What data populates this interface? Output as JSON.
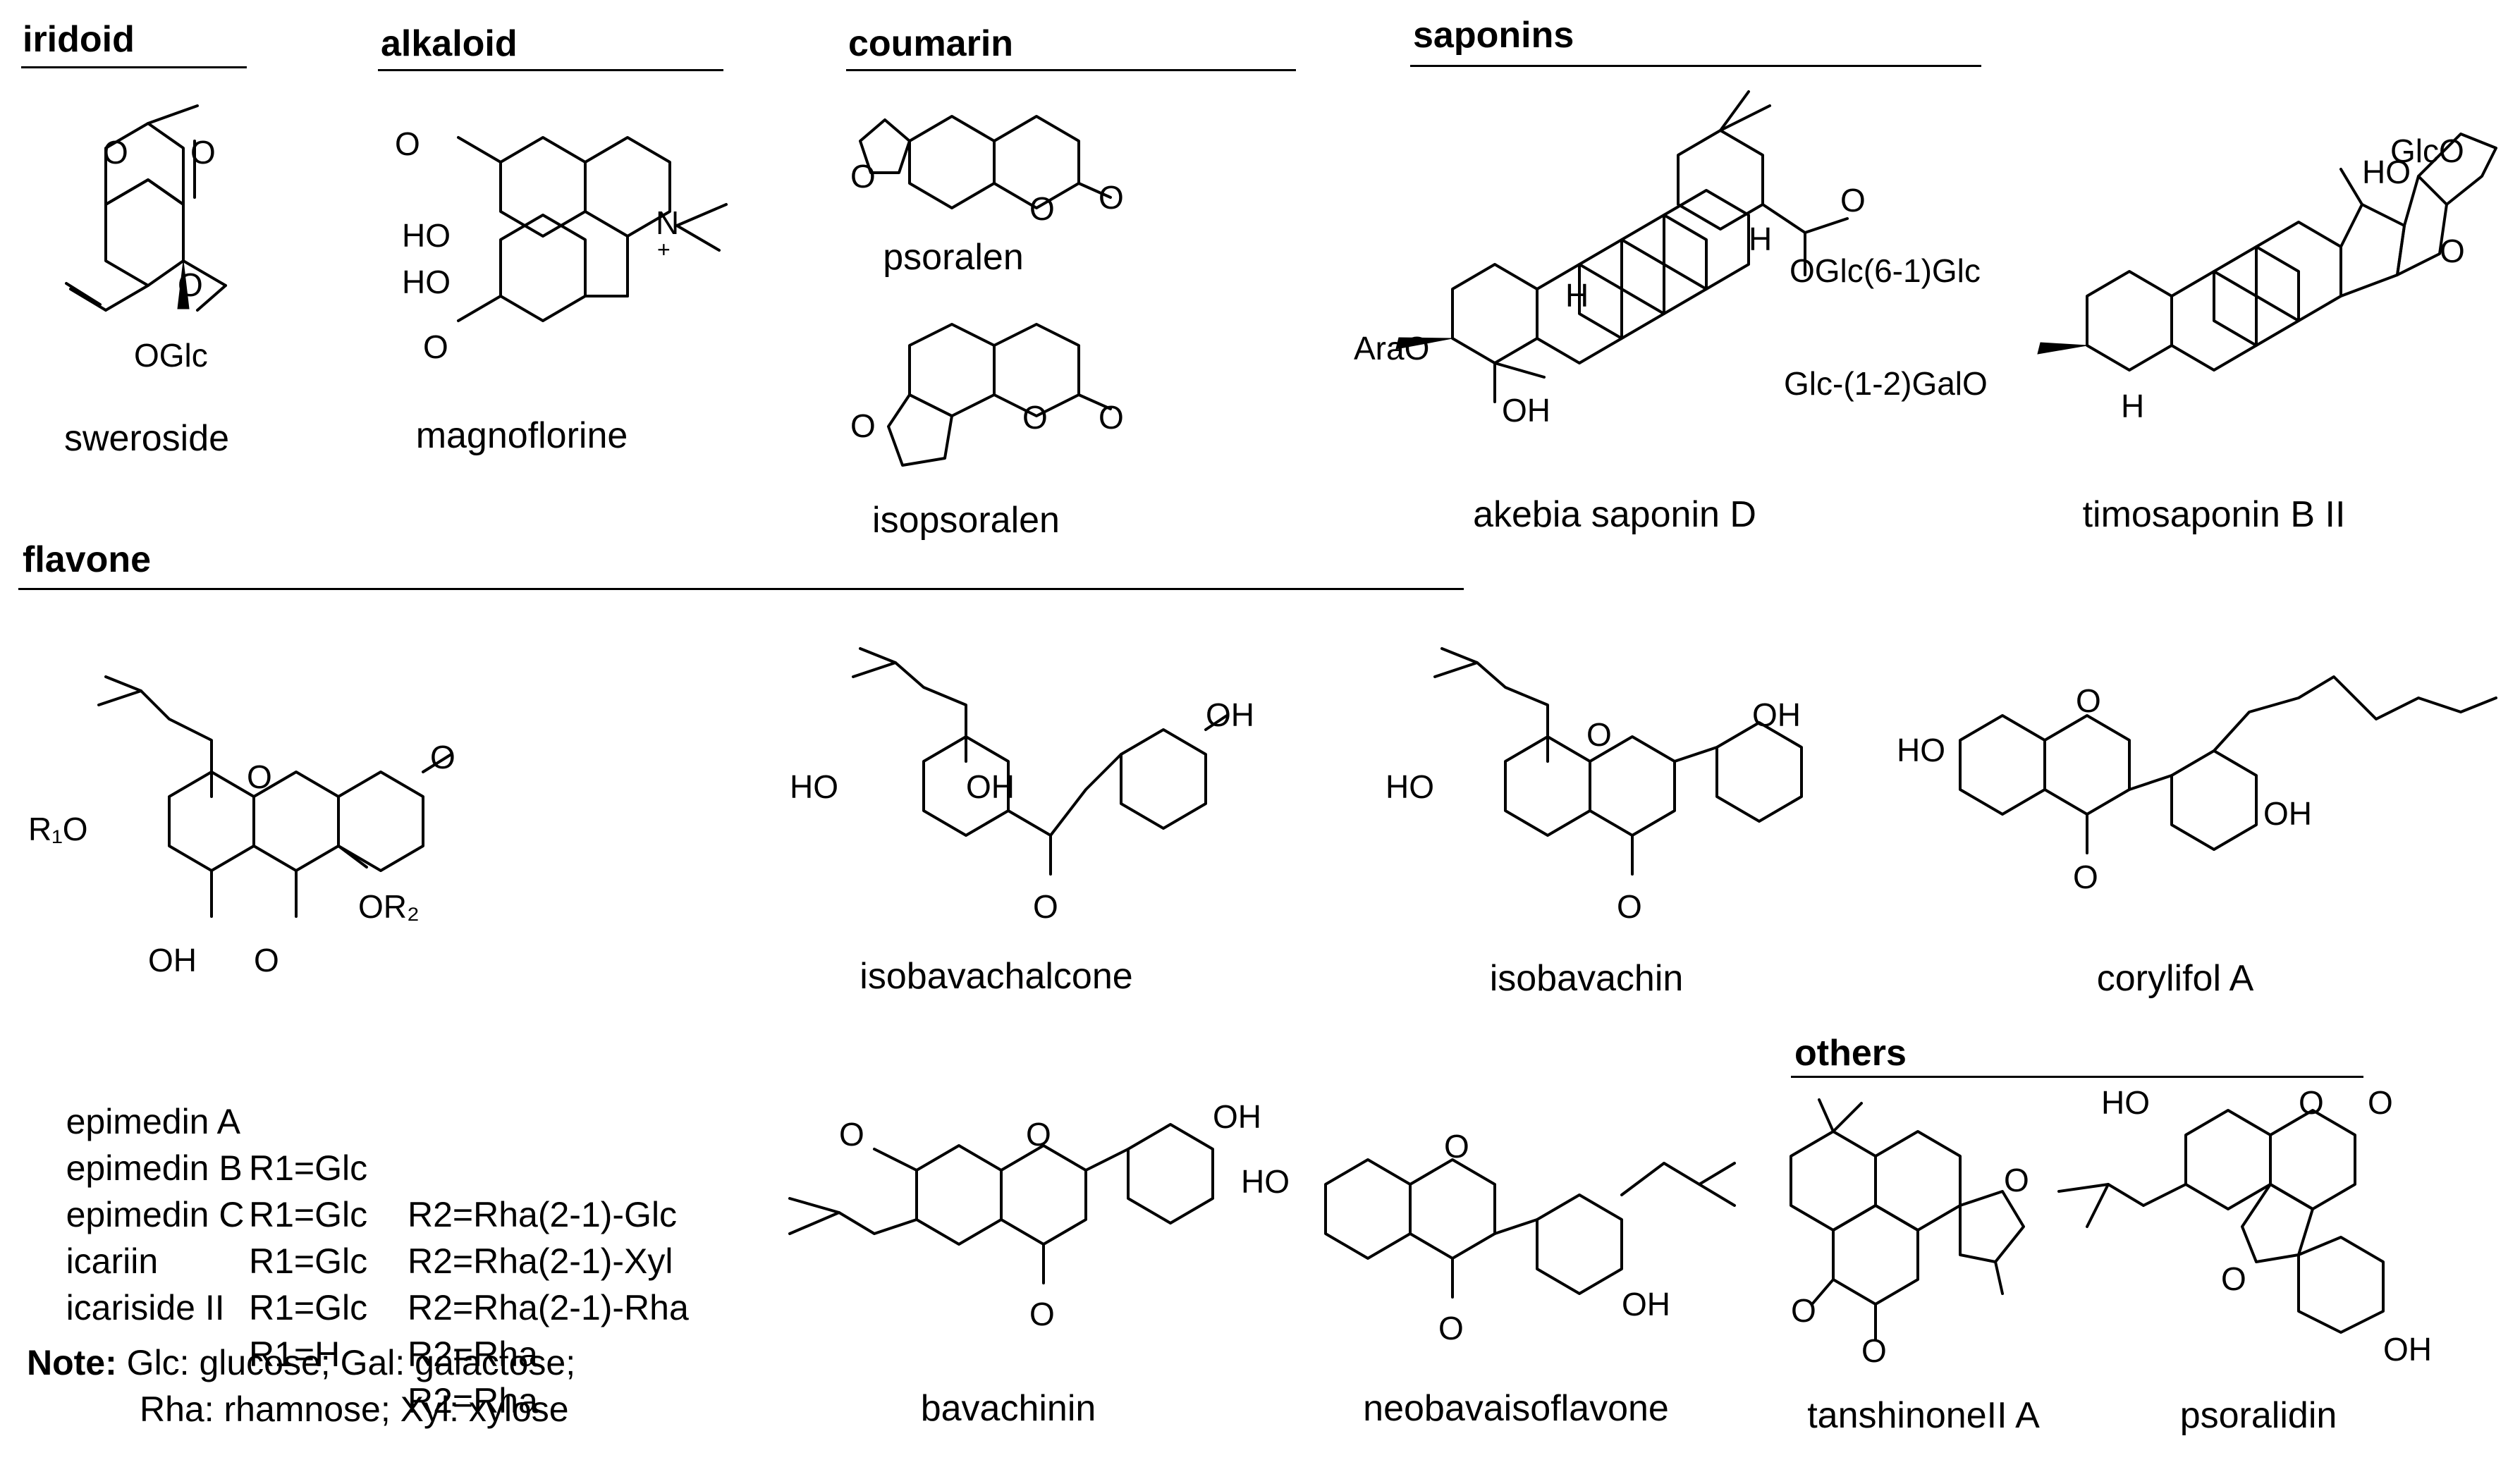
{
  "sections": {
    "iridoid": "iridoid",
    "alkaloid": "alkaloid",
    "coumarin": "coumarin",
    "saponins": "saponins",
    "flavone": "flavone",
    "others": "others"
  },
  "compounds": {
    "sweroside": "sweroside",
    "magnoflorine": "magnoflorine",
    "psoralen": "psoralen",
    "isopsoralen": "isopsoralen",
    "akebia_saponin_d": "akebia saponin D",
    "timosaponin_b2": "timosaponin B II",
    "isobavachalcone": "isobavachalcone",
    "isobavachin": "isobavachin",
    "corylifol_a": "corylifol A",
    "bavachinin": "bavachinin",
    "neobavaisoflavone": "neobavaisoflavone",
    "tanshinone2a": "tanshinoneII A",
    "psoralidin": "psoralidin"
  },
  "atom_labels": {
    "O": "O",
    "OGlc": "OGlc",
    "HO": "HO",
    "OH": "OH",
    "N": "N",
    "plus": "+",
    "H": "H",
    "AraO": "AraO",
    "OGlc61Glc": "OGlc(6-1)Glc",
    "GlcO": "GlcO",
    "Glc12GalO": "Glc-(1-2)GalO",
    "R1O": "R₁O",
    "OR2": "OR₂"
  },
  "flavone_derivatives": [
    {
      "name": "epimedin A",
      "r1": "R1=Glc",
      "r2": "R2=Rha(2-1)-Glc"
    },
    {
      "name": "epimedin B",
      "r1": "R1=Glc",
      "r2": "R2=Rha(2-1)-Xyl"
    },
    {
      "name": "epimedin C",
      "r1": "R1=Glc",
      "r2": "R2=Rha(2-1)-Rha"
    },
    {
      "name": "icariin",
      "r1": "R1=Glc",
      "r2": "R2=Rha"
    },
    {
      "name": "icariside II",
      "r1": "R1=H",
      "r2": "R2=Rha"
    }
  ],
  "note": {
    "heading": "Note:",
    "line1": "Glc: glucose; Gal: galactose;",
    "line2": "Rha: rhamnose; Xyl: xylose"
  }
}
